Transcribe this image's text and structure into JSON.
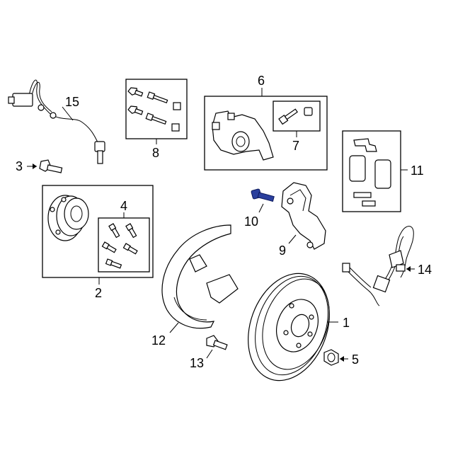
{
  "diagram": {
    "labels": {
      "p1": "1",
      "p2": "2",
      "p3": "3",
      "p4": "4",
      "p5": "5",
      "p6": "6",
      "p7": "7",
      "p8": "8",
      "p9": "9",
      "p10": "10",
      "p11": "11",
      "p12": "12",
      "p13": "13",
      "p14": "14",
      "p15": "15"
    },
    "colors": {
      "highlight": "#2a3f9d",
      "line": "#000000",
      "background": "#ffffff"
    }
  }
}
